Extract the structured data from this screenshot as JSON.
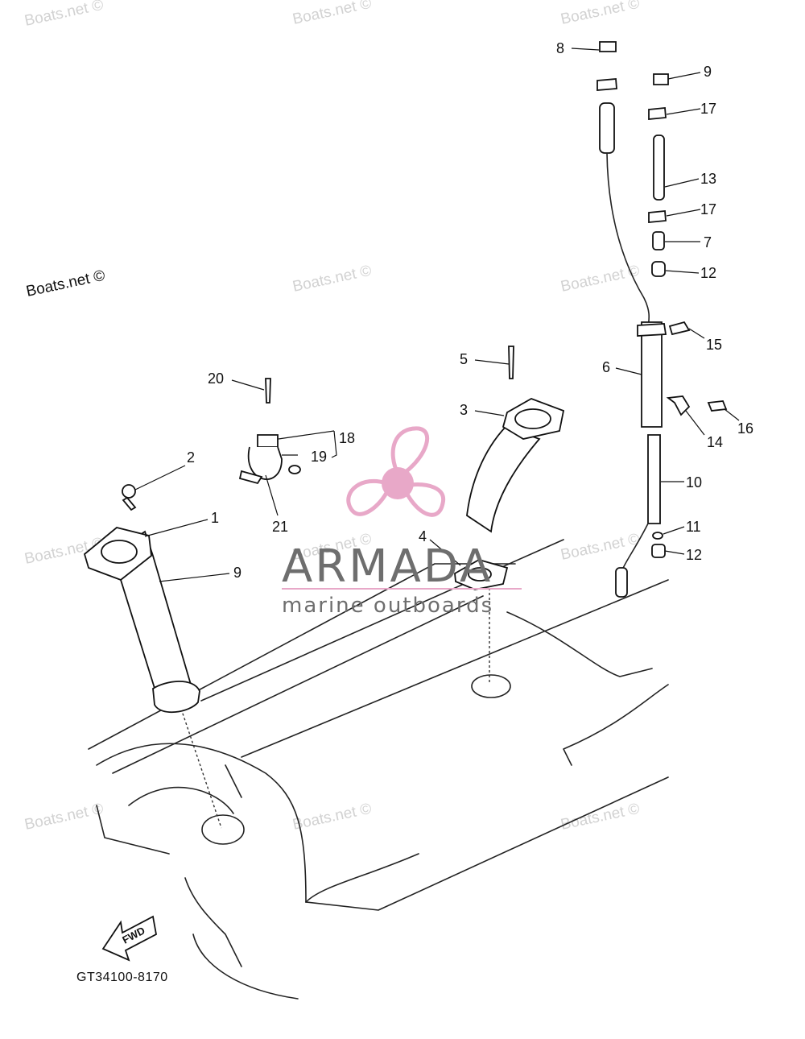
{
  "diagram": {
    "code": "GT34100-8170",
    "copyright": "Boats.net ©",
    "watermark_text": "Boats.net ©",
    "fwd_label": "FWD",
    "callouts": [
      "1",
      "2",
      "3",
      "4",
      "5",
      "6",
      "7",
      "8",
      "9",
      "9",
      "10",
      "11",
      "12",
      "12",
      "13",
      "14",
      "15",
      "16",
      "17",
      "17",
      "18",
      "19",
      "20",
      "21"
    ]
  },
  "logo": {
    "brand": "ARMADA",
    "tagline": "marine outboards",
    "color": "#e8a8c8",
    "text_color": "#6e6e6e"
  }
}
